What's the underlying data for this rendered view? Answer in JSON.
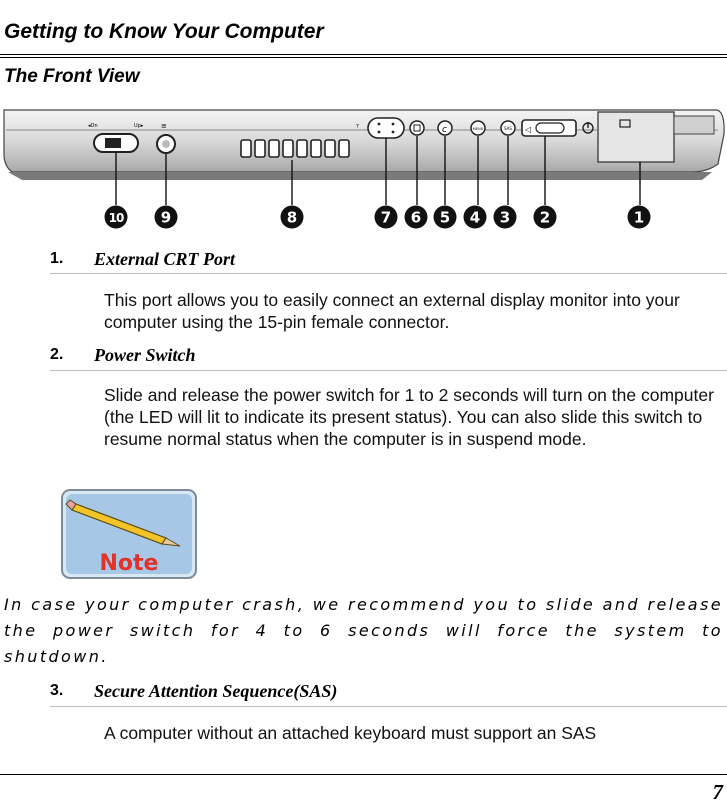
{
  "header": {
    "chapter_title": "Getting to Know Your Computer"
  },
  "section": {
    "title": "The Front View"
  },
  "figure": {
    "callouts": [
      "10",
      "9",
      "8",
      "7",
      "6",
      "5",
      "4",
      "3",
      "2",
      "1"
    ],
    "button_labels": {
      "menu": "MENU",
      "sas": "SAS"
    }
  },
  "items": [
    {
      "number": "1.",
      "title": "External CRT Port",
      "description": "This port allows you to easily connect an external display monitor into your computer using the 15-pin female connector."
    },
    {
      "number": "2.",
      "title": "Power Switch",
      "description": "Slide and release the power switch for 1 to 2 seconds will turn on the computer (the LED will lit to indicate its present status). You can also slide this switch to resume normal status when the computer is in suspend mode."
    },
    {
      "number": "3.",
      "title": "Secure Attention Sequence(SAS)",
      "description": "A computer without an attached keyboard must support an SAS"
    }
  ],
  "note": {
    "label": "Note",
    "text": "In case your computer crash, we recommend you to slide and release the power switch for 4 to 6 seconds will force the system to shutdown."
  },
  "footer": {
    "page_number": "7"
  }
}
